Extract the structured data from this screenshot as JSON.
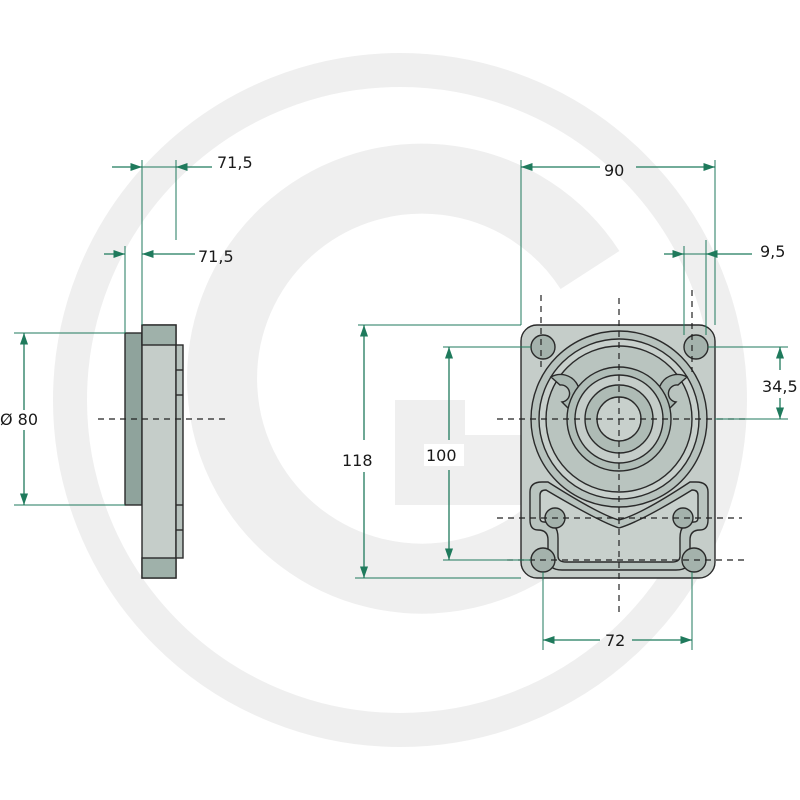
{
  "watermark": {
    "color": "#f0f0f0"
  },
  "colors": {
    "dimension_line": "#1f7a5c",
    "part_fill": "#c5cdc9",
    "part_dark": "#8fa39c",
    "outline": "#2a2a2a"
  },
  "dimensions": {
    "top_side_width": "71,5",
    "second_side_width": "71,5",
    "pilot_diameter": "Ø 80",
    "overall_width": "90",
    "hole_offset": "9,5",
    "overall_height": "118",
    "hole_spacing_vertical": "100",
    "center_offset": "34,5",
    "hole_spacing_horizontal": "72"
  }
}
